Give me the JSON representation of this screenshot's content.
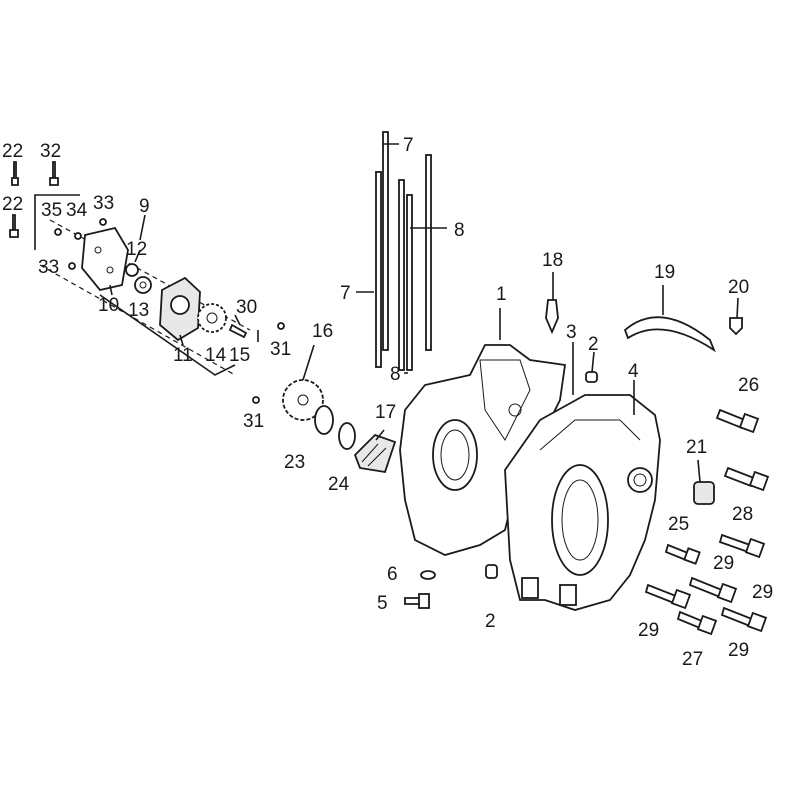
{
  "callouts": [
    {
      "id": "c1",
      "text": "1"
    },
    {
      "id": "c2a",
      "text": "2"
    },
    {
      "id": "c2b",
      "text": "2"
    },
    {
      "id": "c3",
      "text": "3"
    },
    {
      "id": "c4",
      "text": "4"
    },
    {
      "id": "c5",
      "text": "5"
    },
    {
      "id": "c6",
      "text": "6"
    },
    {
      "id": "c7a",
      "text": "7"
    },
    {
      "id": "c7b",
      "text": "7"
    },
    {
      "id": "c8a",
      "text": "8"
    },
    {
      "id": "c8b",
      "text": "8"
    },
    {
      "id": "c9",
      "text": "9"
    },
    {
      "id": "c10",
      "text": "10"
    },
    {
      "id": "c11",
      "text": "11"
    },
    {
      "id": "c12",
      "text": "12"
    },
    {
      "id": "c13",
      "text": "13"
    },
    {
      "id": "c14",
      "text": "14"
    },
    {
      "id": "c15",
      "text": "15"
    },
    {
      "id": "c16",
      "text": "16"
    },
    {
      "id": "c17",
      "text": "17"
    },
    {
      "id": "c18",
      "text": "18"
    },
    {
      "id": "c19",
      "text": "19"
    },
    {
      "id": "c20",
      "text": "20"
    },
    {
      "id": "c21",
      "text": "21"
    },
    {
      "id": "c22a",
      "text": "22"
    },
    {
      "id": "c22b",
      "text": "22"
    },
    {
      "id": "c23",
      "text": "23"
    },
    {
      "id": "c24",
      "text": "24"
    },
    {
      "id": "c25",
      "text": "25"
    },
    {
      "id": "c26",
      "text": "26"
    },
    {
      "id": "c27",
      "text": "27"
    },
    {
      "id": "c28",
      "text": "28"
    },
    {
      "id": "c29a",
      "text": "29"
    },
    {
      "id": "c29b",
      "text": "29"
    },
    {
      "id": "c29c",
      "text": "29"
    },
    {
      "id": "c29d",
      "text": "29"
    },
    {
      "id": "c30",
      "text": "30"
    },
    {
      "id": "c31a",
      "text": "31"
    },
    {
      "id": "c31b",
      "text": "31"
    },
    {
      "id": "c32",
      "text": "32"
    },
    {
      "id": "c33a",
      "text": "33"
    },
    {
      "id": "c33b",
      "text": "33"
    },
    {
      "id": "c34",
      "text": "34"
    },
    {
      "id": "c35",
      "text": "35"
    }
  ]
}
